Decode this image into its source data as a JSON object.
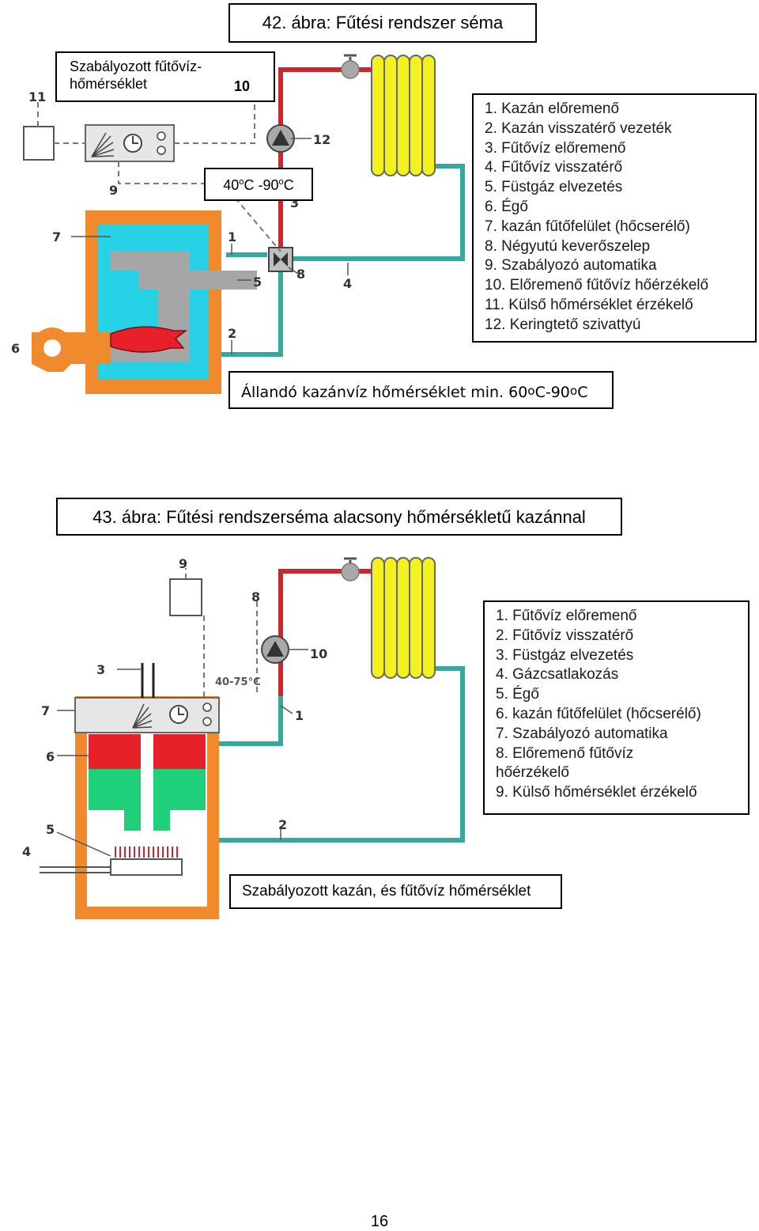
{
  "fig42": {
    "title": "42. ábra: Fűtési rendszer séma",
    "regulated_temp_label": "Szabályozott fűtővíz-hőmérséklet",
    "regulated_temp_num": "10",
    "range_label": {
      "v1": "40",
      "s1": "o",
      "mid": "C -90",
      "s2": "o",
      "end": "C"
    },
    "legend": [
      "1. Kazán előremenő",
      "2. Kazán visszatérő vezeték",
      "3. Fűtővíz előremenő",
      "4. Fűtővíz visszatérő",
      "5. Füstgáz elvezetés",
      "6. Égő",
      "7. kazán fűtőfelület (hőcserélő)",
      "8. Négyutú keverőszelep",
      "9. Szabályozó automatika",
      "10. Előremenő fűtővíz hőérzékelő",
      "11. Külső hőmérséklet érzékelő",
      "12. Keringtető szivattyú"
    ],
    "caption": {
      "pre": "Állandó kazánvíz hőmérséklet  min. 60",
      "s1": "o",
      "mid": "C-90",
      "s2": "o",
      "end": "C"
    },
    "numbers": [
      "1",
      "2",
      "3",
      "4",
      "5",
      "6",
      "7",
      "8",
      "9",
      "11",
      "12"
    ]
  },
  "fig43": {
    "title": "43. ábra: Fűtési rendszerséma alacsony hőmérsékletű kazánnal",
    "legend": [
      "1. Fűtővíz előremenő",
      "2. Fűtővíz visszatérő",
      "3. Füstgáz elvezetés",
      "4. Gázcsatlakozás",
      "5. Égő",
      "6. kazán fűtőfelület (hőcserélő)",
      "7. Szabályozó automatika",
      "8. Előremenő fűtővíz hőérzékelő",
      "9. Külső hőmérséklet érzékelő"
    ],
    "temp_label": "40-75°C",
    "caption": "Szabályozott kazán, és fűtővíz hőmérséklet",
    "numbers": [
      "1",
      "2",
      "3",
      "4",
      "5",
      "6",
      "7",
      "8",
      "9",
      "10"
    ]
  },
  "page_number": "16",
  "colors": {
    "supply_pipe": "#c8282e",
    "return_pipe": "#33a9a0",
    "boiler_casing": "#f08a2c",
    "boiler_water": "#28d2e6",
    "heat_exchanger": "#a6a6a6",
    "radiator": "#f4f21e",
    "flame": "#e8202a",
    "green_exchanger": "#1fd07a"
  }
}
